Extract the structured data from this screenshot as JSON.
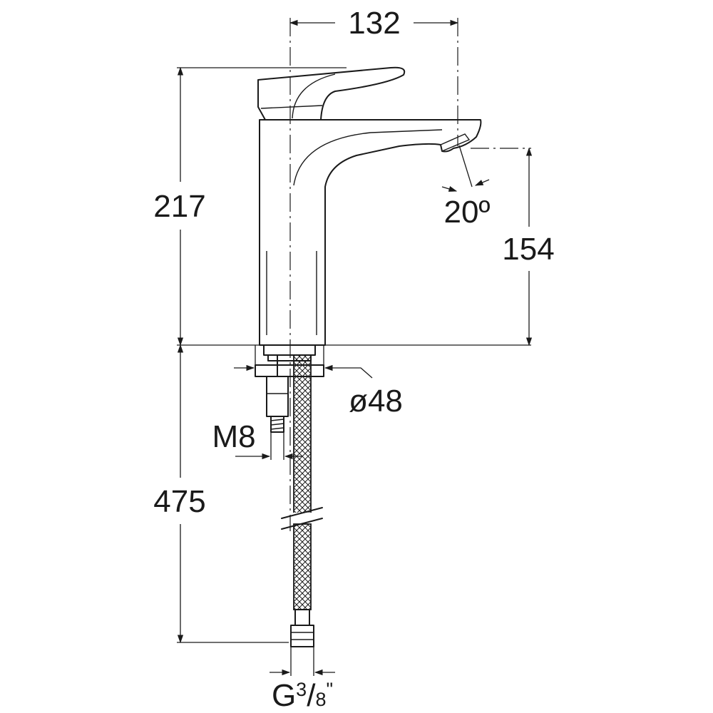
{
  "dimensions": {
    "width_top": "132",
    "total_height": "217",
    "spout_angle": "20º",
    "spout_height": "154",
    "base_diameter": "ø48",
    "stud_thread": "M8",
    "hose_length": "475",
    "connector_main": "G",
    "connector_num": "3",
    "connector_slash": "/",
    "connector_den": "8",
    "connector_unit": "\""
  }
}
